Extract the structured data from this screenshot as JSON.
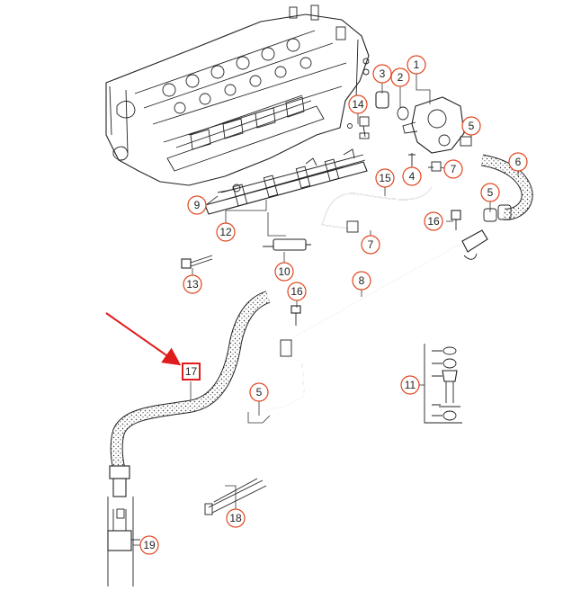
{
  "diagram": {
    "colors": {
      "callout_ring": "#e0451e",
      "highlight_arrow": "#e01b1b",
      "highlight_box": "#e01b1b",
      "line_art": "#222222",
      "background": "#ffffff"
    },
    "callouts": [
      {
        "id": "c1",
        "label": "1"
      },
      {
        "id": "c2",
        "label": "2"
      },
      {
        "id": "c3",
        "label": "3"
      },
      {
        "id": "c4",
        "label": "4"
      },
      {
        "id": "c5a",
        "label": "5"
      },
      {
        "id": "c5b",
        "label": "5"
      },
      {
        "id": "c5c",
        "label": "5"
      },
      {
        "id": "c6",
        "label": "6"
      },
      {
        "id": "c7a",
        "label": "7"
      },
      {
        "id": "c7b",
        "label": "7"
      },
      {
        "id": "c8",
        "label": "8"
      },
      {
        "id": "c9",
        "label": "9"
      },
      {
        "id": "c10",
        "label": "10"
      },
      {
        "id": "c11",
        "label": "11"
      },
      {
        "id": "c12",
        "label": "12"
      },
      {
        "id": "c13",
        "label": "13"
      },
      {
        "id": "c14",
        "label": "14"
      },
      {
        "id": "c15",
        "label": "15"
      },
      {
        "id": "c16a",
        "label": "16"
      },
      {
        "id": "c16b",
        "label": "16"
      },
      {
        "id": "c18",
        "label": "18"
      },
      {
        "id": "c19",
        "label": "19"
      }
    ],
    "highlighted_callout": {
      "label": "17"
    }
  }
}
